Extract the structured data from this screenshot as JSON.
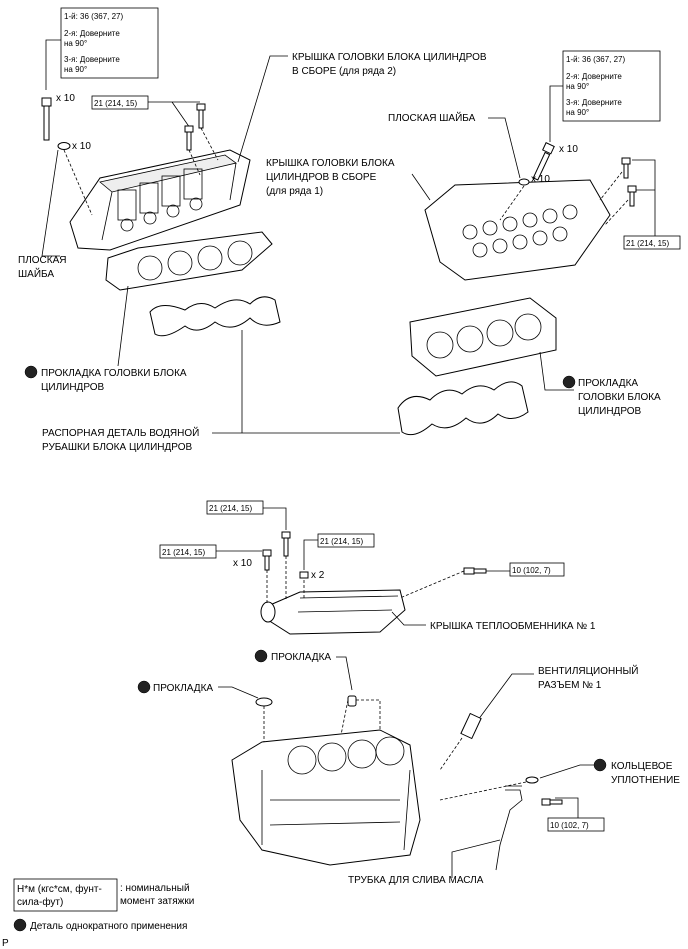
{
  "torque_box_head_left": {
    "l1": "1-й: 36 (367, 27)",
    "l2a": "2-я: Доверните",
    "l2b": "на 90°",
    "l3a": "3-я: Доверните",
    "l3b": "на 90°"
  },
  "torque_box_head_right": {
    "l1": "1-й: 36 (367, 27)",
    "l2a": "2-я: Доверните",
    "l2b": "на 90°",
    "l3a": "3-я: Доверните",
    "l3b": "на 90°"
  },
  "qty": {
    "x10_bolt_left": "x 10",
    "x10_washer_left": "x 10",
    "x10_bolt_right": "x 10",
    "x10_washer_right": "x 10",
    "x10_cover": "x 10",
    "x2_cover": "x 2"
  },
  "torque_values": {
    "t21_left_cover": "21 (214, 15)",
    "t21_right_cover": "21 (214, 15)",
    "t21_hx_top": "21 (214, 15)",
    "t21_hx_left": "21 (214, 15)",
    "t21_hx_right": "21 (214, 15)",
    "t10_hx": "10 (102, 7)",
    "t10_pipe": "10 (102, 7)"
  },
  "labels": {
    "cover_bank2_a": "КРЫШКА ГОЛОВКИ БЛОКА ЦИЛИНДРОВ",
    "cover_bank2_b": "В СБОРЕ (для ряда 2)",
    "flat_washer_right": "ПЛОСКАЯ ШАЙБА",
    "cover_bank1_a": "КРЫШКА ГОЛОВКИ БЛОКА",
    "cover_bank1_b": "ЦИЛИНДРОВ В СБОРЕ",
    "cover_bank1_c": "(для ряда 1)",
    "flat_washer_left_a": "ПЛОСКАЯ",
    "flat_washer_left_b": "ШАЙБА",
    "gasket_left_a": "ПРОКЛАДКА ГОЛОВКИ БЛОКА",
    "gasket_left_b": "ЦИЛИНДРОВ",
    "gasket_right_a": "ПРОКЛАДКА",
    "gasket_right_b": "ГОЛОВКИ БЛОКА",
    "gasket_right_c": "ЦИЛИНДРОВ",
    "spacer_a": "РАСПОРНАЯ ДЕТАЛЬ ВОДЯНОЙ",
    "spacer_b": "РУБАШКИ БЛОКА ЦИЛИНДРОВ",
    "hx_cover": "КРЫШКА ТЕПЛООБМЕННИКА № 1",
    "gasket_top": "ПРОКЛАДКА",
    "gasket_left_small": "ПРОКЛАДКА",
    "vent_a": "ВЕНТИЛЯЦИОННЫЙ",
    "vent_b": "РАЗЪЕМ № 1",
    "oring_a": "КОЛЬЦЕВОЕ",
    "oring_b": "УПЛОТНЕНИЕ",
    "drain_pipe": "ТРУБКА ДЛЯ СЛИВА МАСЛА"
  },
  "legend": {
    "unit_a": "Н*м (кгс*см, фунт-",
    "unit_b": "сила-фут)",
    "desc_a": ": номинальный",
    "desc_b": "момент затяжки",
    "single_use": "Деталь однократного применения"
  },
  "corner_mark": "P"
}
